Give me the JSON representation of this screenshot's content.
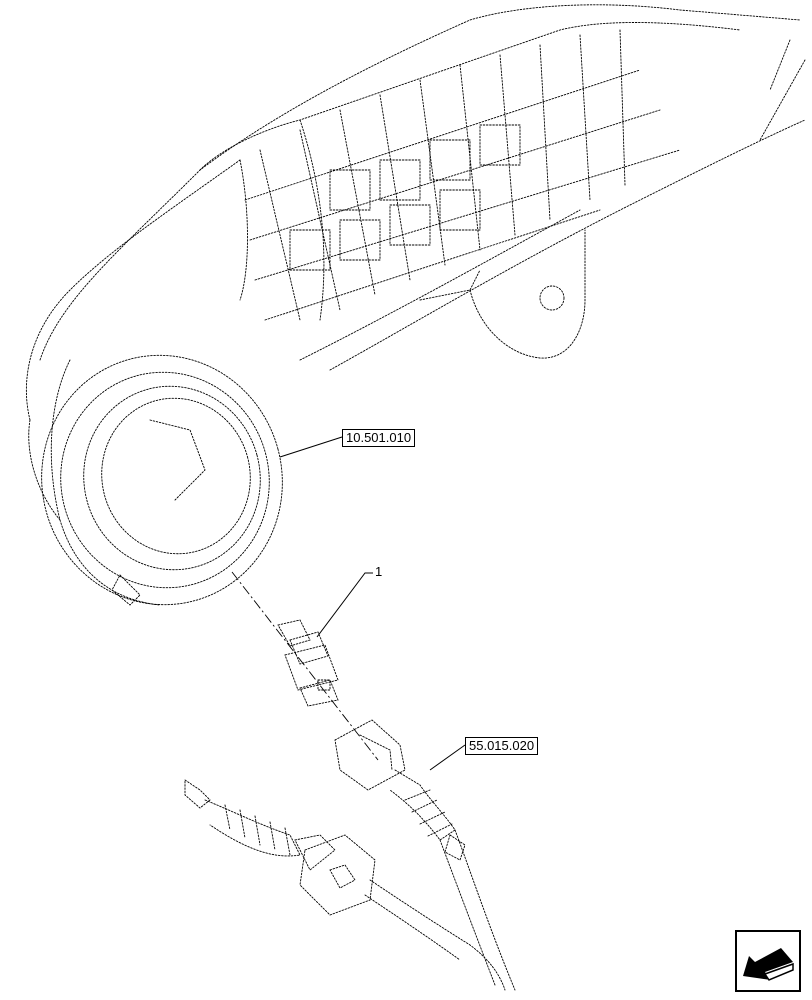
{
  "callouts": {
    "ref_top": "10.501.010",
    "item_number": "1",
    "ref_bottom": "55.015.020"
  },
  "icons": {
    "nav": "back-arrow-icon"
  }
}
